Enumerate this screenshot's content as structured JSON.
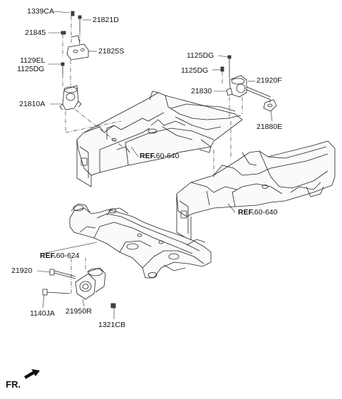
{
  "labels": {
    "p1339CA": "1339CA",
    "p21821D": "21821D",
    "p21845": "21845",
    "p21825S": "21825S",
    "p1129EL": "1129EL",
    "p1125DG_a": "1125DG",
    "p21810A": "21810A",
    "p1125DG_b": "1125DG",
    "p1125DG_c": "1125DG",
    "p21920F": "21920F",
    "p21830": "21830",
    "p21880E": "21880E",
    "p21920": "21920",
    "p1140JA": "1140JA",
    "p21950R": "21950R",
    "p1321CB": "1321CB"
  },
  "refs": {
    "ref1_prefix": "REF.",
    "ref1_num": "60-640",
    "ref2_prefix": "REF.",
    "ref2_num": "60-640",
    "ref3_prefix": "REF.",
    "ref3_num": "60-624"
  },
  "front_marker": "FR."
}
